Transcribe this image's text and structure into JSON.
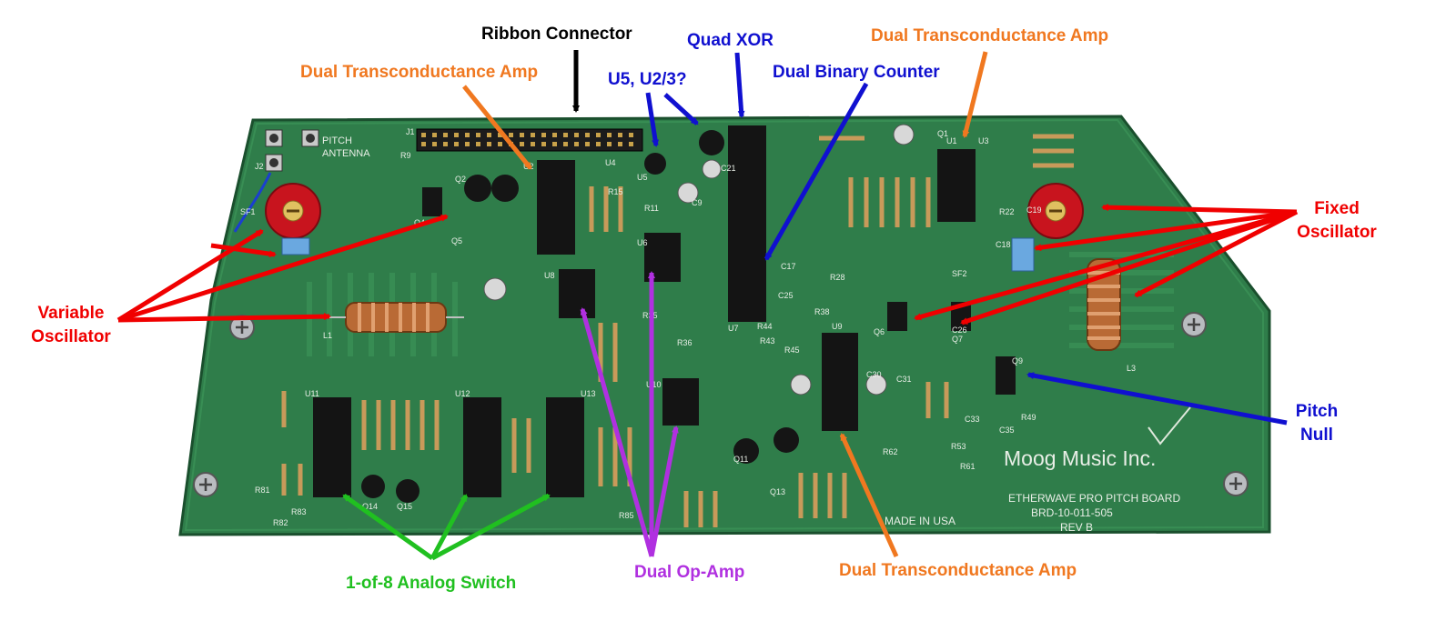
{
  "colors": {
    "board": "#2f7d4a",
    "board_dark": "#1f5f37",
    "red": "#f00000",
    "blue": "#1010d0",
    "orange": "#f07820",
    "green": "#20c020",
    "purple": "#b030e0",
    "black": "#000000"
  },
  "labels": {
    "ribbon_connector": "Ribbon Connector",
    "quad_xor": "Quad XOR",
    "dual_ota_top_right": "Dual Transconductance Amp",
    "dual_ota_top_left": "Dual Transconductance Amp",
    "u5_u23": "U5, U2/3?",
    "dual_binary_counter": "Dual Binary Counter",
    "variable_oscillator_1": "Variable",
    "variable_oscillator_2": "Oscillator",
    "fixed_oscillator_1": "Fixed",
    "fixed_oscillator_2": "Oscillator",
    "pitch_null_1": "Pitch",
    "pitch_null_2": "Null",
    "analog_switch": "1-of-8 Analog Switch",
    "dual_op_amp": "Dual Op-Amp",
    "dual_ota_bottom": "Dual Transconductance Amp"
  },
  "board": {
    "maker": "Moog Music Inc.",
    "title_line1": "ETHERWAVE PRO PITCH BOARD",
    "title_line2": "BRD-10-011-505",
    "title_line3": "REV B",
    "made_in": "MADE IN USA",
    "antenna_1": "PITCH",
    "antenna_2": "ANTENNA",
    "silk": [
      "J1",
      "J2",
      "U1",
      "U2",
      "U3",
      "U4",
      "U5",
      "U6",
      "U7",
      "U8",
      "U9",
      "U10",
      "U11",
      "U12",
      "U13",
      "Q1",
      "Q2",
      "Q4",
      "Q5",
      "Q6",
      "Q7",
      "Q9",
      "Q11",
      "Q13",
      "Q14",
      "Q15",
      "L1",
      "L3",
      "SF1",
      "SF2",
      "R9",
      "R11",
      "R15",
      "R22",
      "R28",
      "R35",
      "R36",
      "R38",
      "R43",
      "R44",
      "R45",
      "R49",
      "R53",
      "R61",
      "R62",
      "R81",
      "R82",
      "R83",
      "R85",
      "C9",
      "C17",
      "C18",
      "C19",
      "C21",
      "C25",
      "C26",
      "C30",
      "C31",
      "C33",
      "C35"
    ]
  }
}
